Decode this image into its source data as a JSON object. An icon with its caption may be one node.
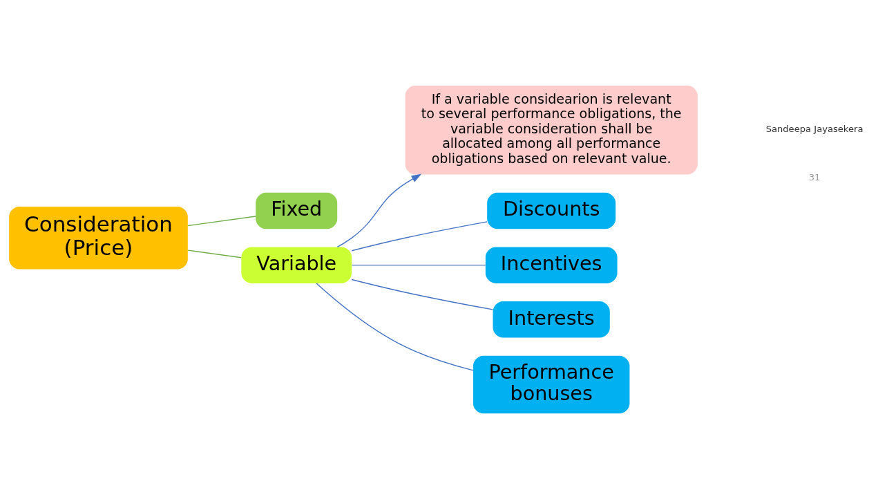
{
  "diagram": {
    "nodes": [
      {
        "text": [
          "Consideration (Price)"
        ]
      },
      {
        "text": [
          "Fixed"
        ]
      },
      {
        "text": [
          "Variable"
        ]
      },
      {
        "text": [
          "If a variable considearion is relevant to several performance obligations, the variable consideration shall be allocated among all performance obligations based on relevant value."
        ]
      },
      {
        "text": [
          "Discounts"
        ]
      },
      {
        "text": [
          "Incentives"
        ]
      },
      {
        "text": [
          "Interests"
        ]
      },
      {
        "text": [
          "Performance bonuses"
        ]
      }
    ],
    "edges": [
      {
        "from": 0,
        "to": 1,
        "arrow": "none",
        "color": "#70ad47"
      },
      {
        "from": 0,
        "to": 2,
        "arrow": "none",
        "color": "#70ad47"
      },
      {
        "from": 2,
        "to": 3,
        "arrow": "to"
      },
      {
        "from": 2,
        "to": 4,
        "arrow": "none"
      },
      {
        "from": 2,
        "to": 5,
        "arrow": "none"
      },
      {
        "from": 2,
        "to": 6,
        "arrow": "none"
      },
      {
        "from": 2,
        "to": 7,
        "arrow": "none"
      }
    ],
    "labels": [
      "Sandeepa Jayasekera",
      "31"
    ]
  }
}
